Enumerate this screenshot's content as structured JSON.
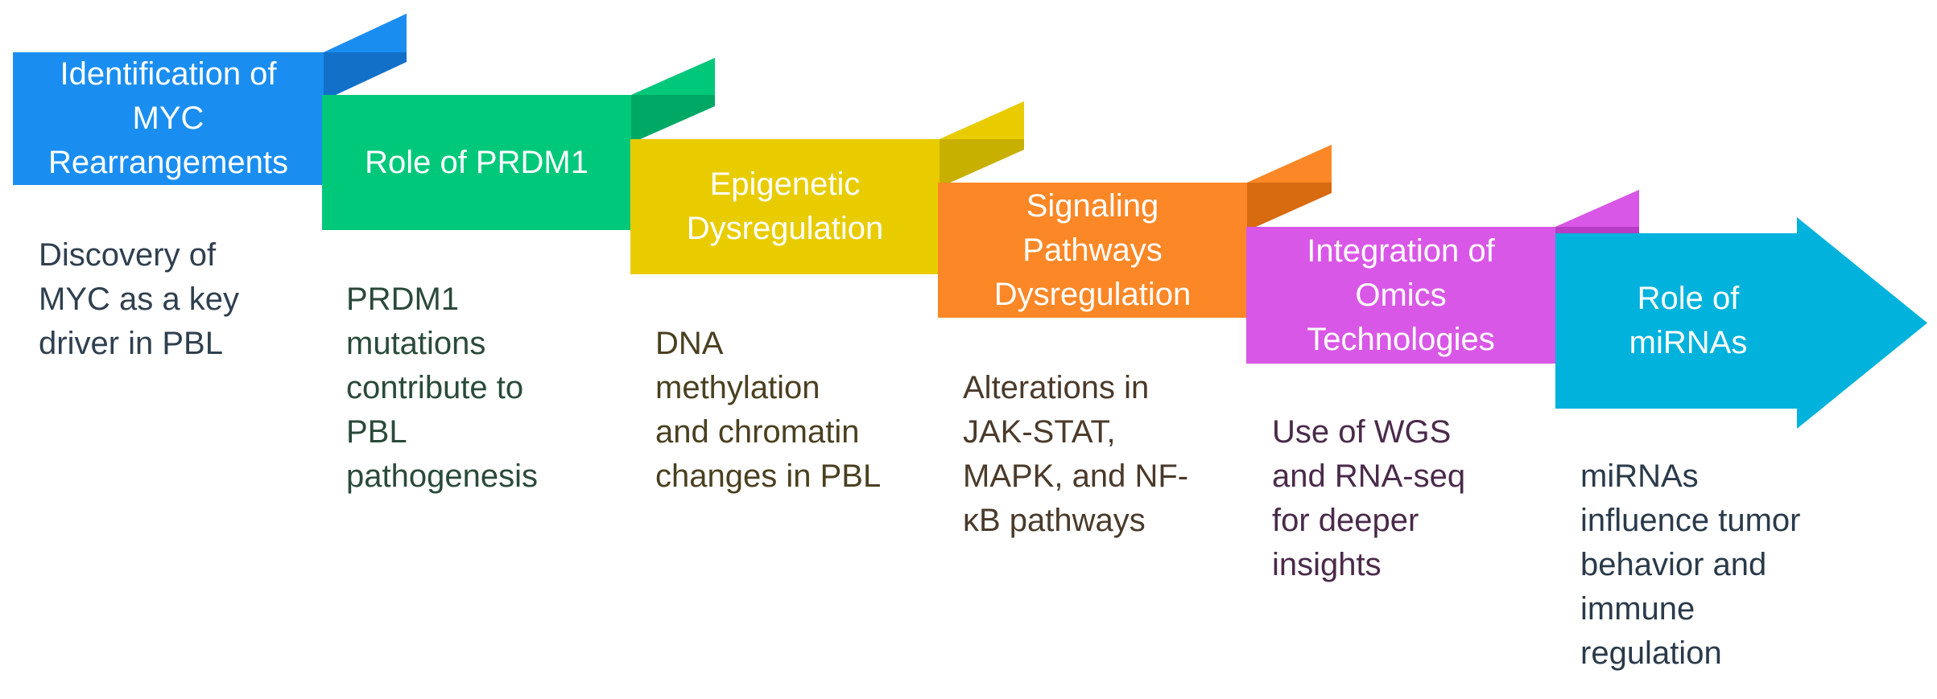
{
  "steps": [
    {
      "title": "Identification of\nMYC\nRearrangements",
      "description": "Discovery of\nMYC as a key\ndriver in PBL",
      "color": "#1a8ef0",
      "fold_color": "#1370c8",
      "text_color": "#2f3f4f"
    },
    {
      "title": "Role of PRDM1",
      "description": "PRDM1\nmutations\ncontribute to\nPBL\npathogenesis",
      "color": "#00c87a",
      "fold_color": "#00a866",
      "text_color": "#2a4a3a"
    },
    {
      "title": "Epigenetic\nDysregulation",
      "description": "DNA\nmethylation\nand chromatin\nchanges in PBL",
      "color": "#e8cc00",
      "fold_color": "#c8b000",
      "text_color": "#4a4020"
    },
    {
      "title": "Signaling\nPathways\nDysregulation",
      "description": "Alterations in\nJAK-STAT,\nMAPK, and NF-\nκB pathways",
      "color": "#fb8726",
      "fold_color": "#d86a10",
      "text_color": "#4a3a2a"
    },
    {
      "title": "Integration of\nOmics\nTechnologies",
      "description": "Use of WGS\nand RNA-seq\nfor deeper\ninsights",
      "color": "#d957e6",
      "fold_color": "#b83cc6",
      "text_color": "#4a2a4a"
    },
    {
      "title": "Role of\nmiRNAs",
      "description": "miRNAs\ninfluence tumor\nbehavior and\nimmune\nregulation",
      "color": "#00b2dc",
      "fold_color": "#0092b8",
      "text_color": "#2a3a4a"
    }
  ]
}
